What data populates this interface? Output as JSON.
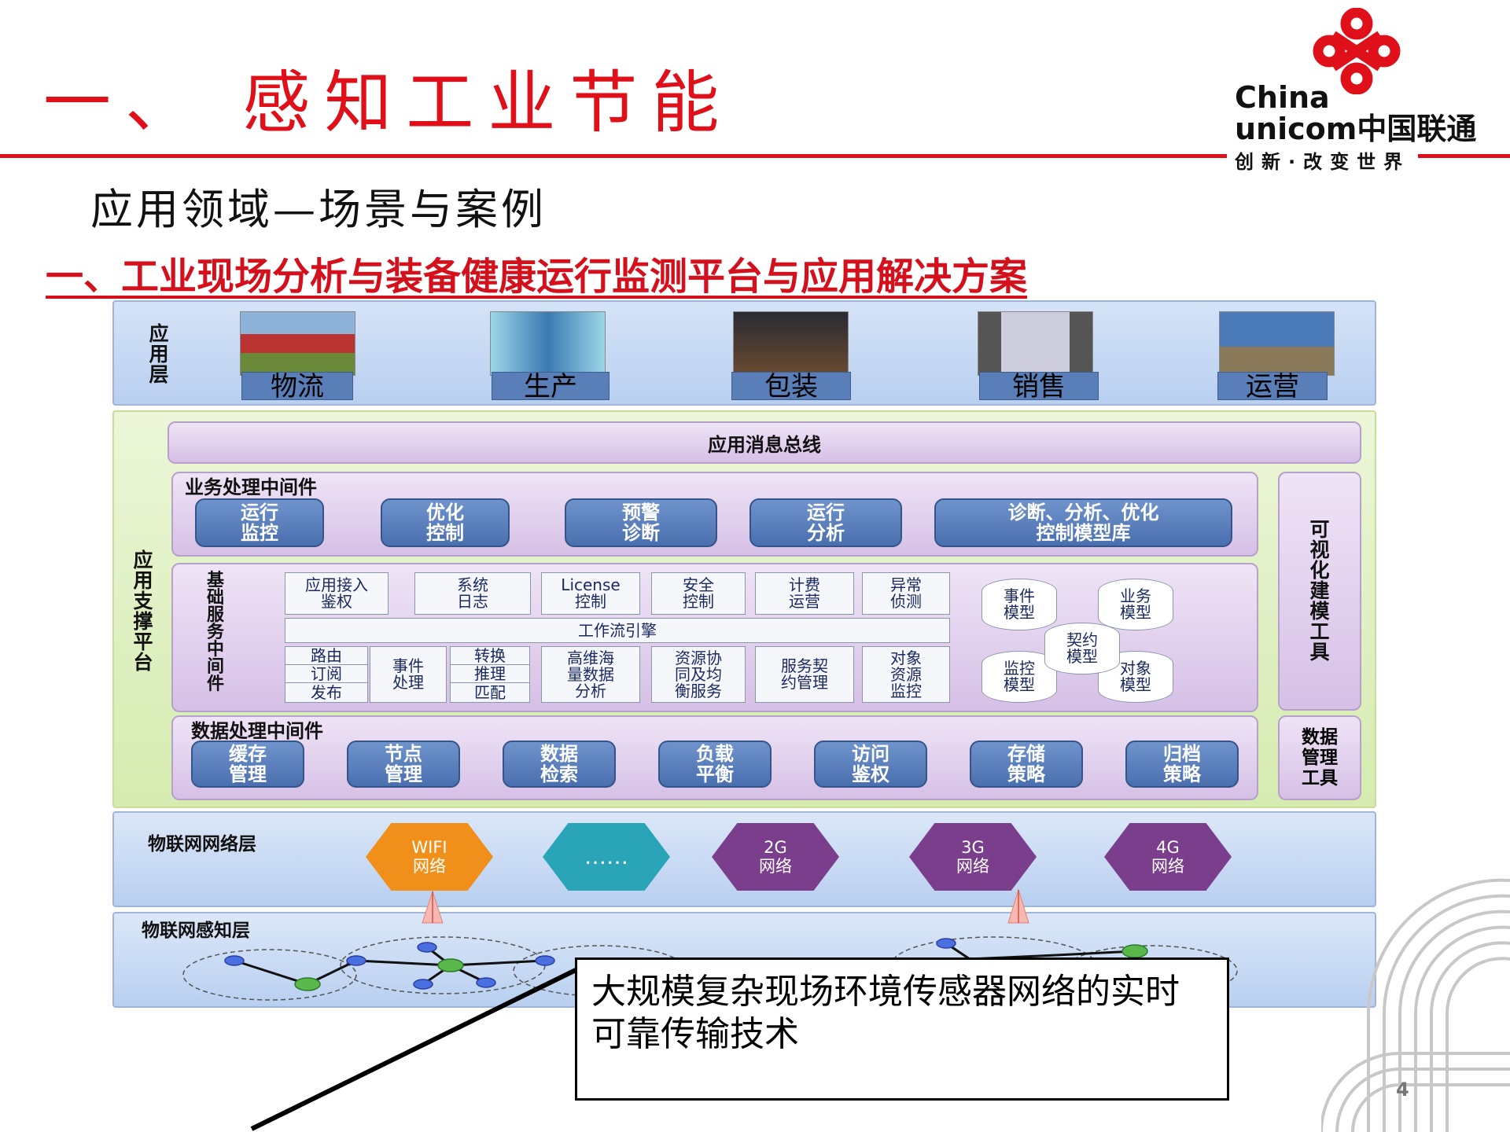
{
  "header": {
    "title": "一、 感知工业节能",
    "subtitle": "应用领域—场景与案例",
    "heading": "一、工业现场分析与装备健康运行监测平台与应用解决方案",
    "logo_line1": "China",
    "logo_line2": "unicom中国联通",
    "slogan": "创新·改变世界",
    "brand_color": "#e0101a"
  },
  "app_layer": {
    "label": "应用层",
    "items": [
      {
        "label": "物流",
        "icon": "truck-photo"
      },
      {
        "label": "生产",
        "icon": "production-photo"
      },
      {
        "label": "包装",
        "icon": "packaging-photo"
      },
      {
        "label": "销售",
        "icon": "sales-photo"
      },
      {
        "label": "运营",
        "icon": "operation-photo"
      }
    ]
  },
  "support_platform": {
    "label": "应用支撑平台",
    "bus": "应用消息总线",
    "business": {
      "title": "业务处理中间件",
      "items": [
        "运行\n监控",
        "优化\n控制",
        "预警\n诊断",
        "运行\n分析",
        "诊断、分析、优化\n控制模型库"
      ]
    },
    "basic": {
      "title": "基础服务中间件",
      "row1": [
        "应用接入\n鉴权",
        "系统\n日志",
        "License\n控制",
        "安全\n控制",
        "计费\n运营",
        "异常\n侦测"
      ],
      "workflow": "工作流引擎",
      "routing": [
        "路由",
        "订阅",
        "发布"
      ],
      "event_proc": "事件\n处理",
      "transform": [
        "转换",
        "推理",
        "匹配"
      ],
      "row2": [
        "高维海\n量数据\n分析",
        "资源协\n同及均\n衡服务",
        "服务契\n约管理",
        "对象\n资源\n监控"
      ],
      "models": [
        "事件\n模型",
        "业务\n模型",
        "契约\n模型",
        "监控\n模型",
        "对象\n模型"
      ]
    },
    "data": {
      "title": "数据处理中间件",
      "items": [
        "缓存\n管理",
        "节点\n管理",
        "数据\n检索",
        "负载\n平衡",
        "访问\n鉴权",
        "存储\n策略",
        "归档\n策略"
      ]
    },
    "visual_tool": "可视化建模工具",
    "data_tool": "数据\n管理\n工具"
  },
  "network_layer": {
    "label": "物联网网络层",
    "items": [
      {
        "label": "WIFI\n网络",
        "color": "#f0901a"
      },
      {
        "label": "……",
        "color": "#2aa5b8"
      },
      {
        "label": "2G\n网络",
        "color": "#7a3e8c"
      },
      {
        "label": "3G\n网络",
        "color": "#7a3e8c"
      },
      {
        "label": "4G\n网络",
        "color": "#7a3e8c"
      }
    ]
  },
  "sensing_layer": {
    "label": "物联网感知层"
  },
  "callout": "大规模复杂现场环境传感器网络的实时可靠传输技术",
  "page_number": "4"
}
